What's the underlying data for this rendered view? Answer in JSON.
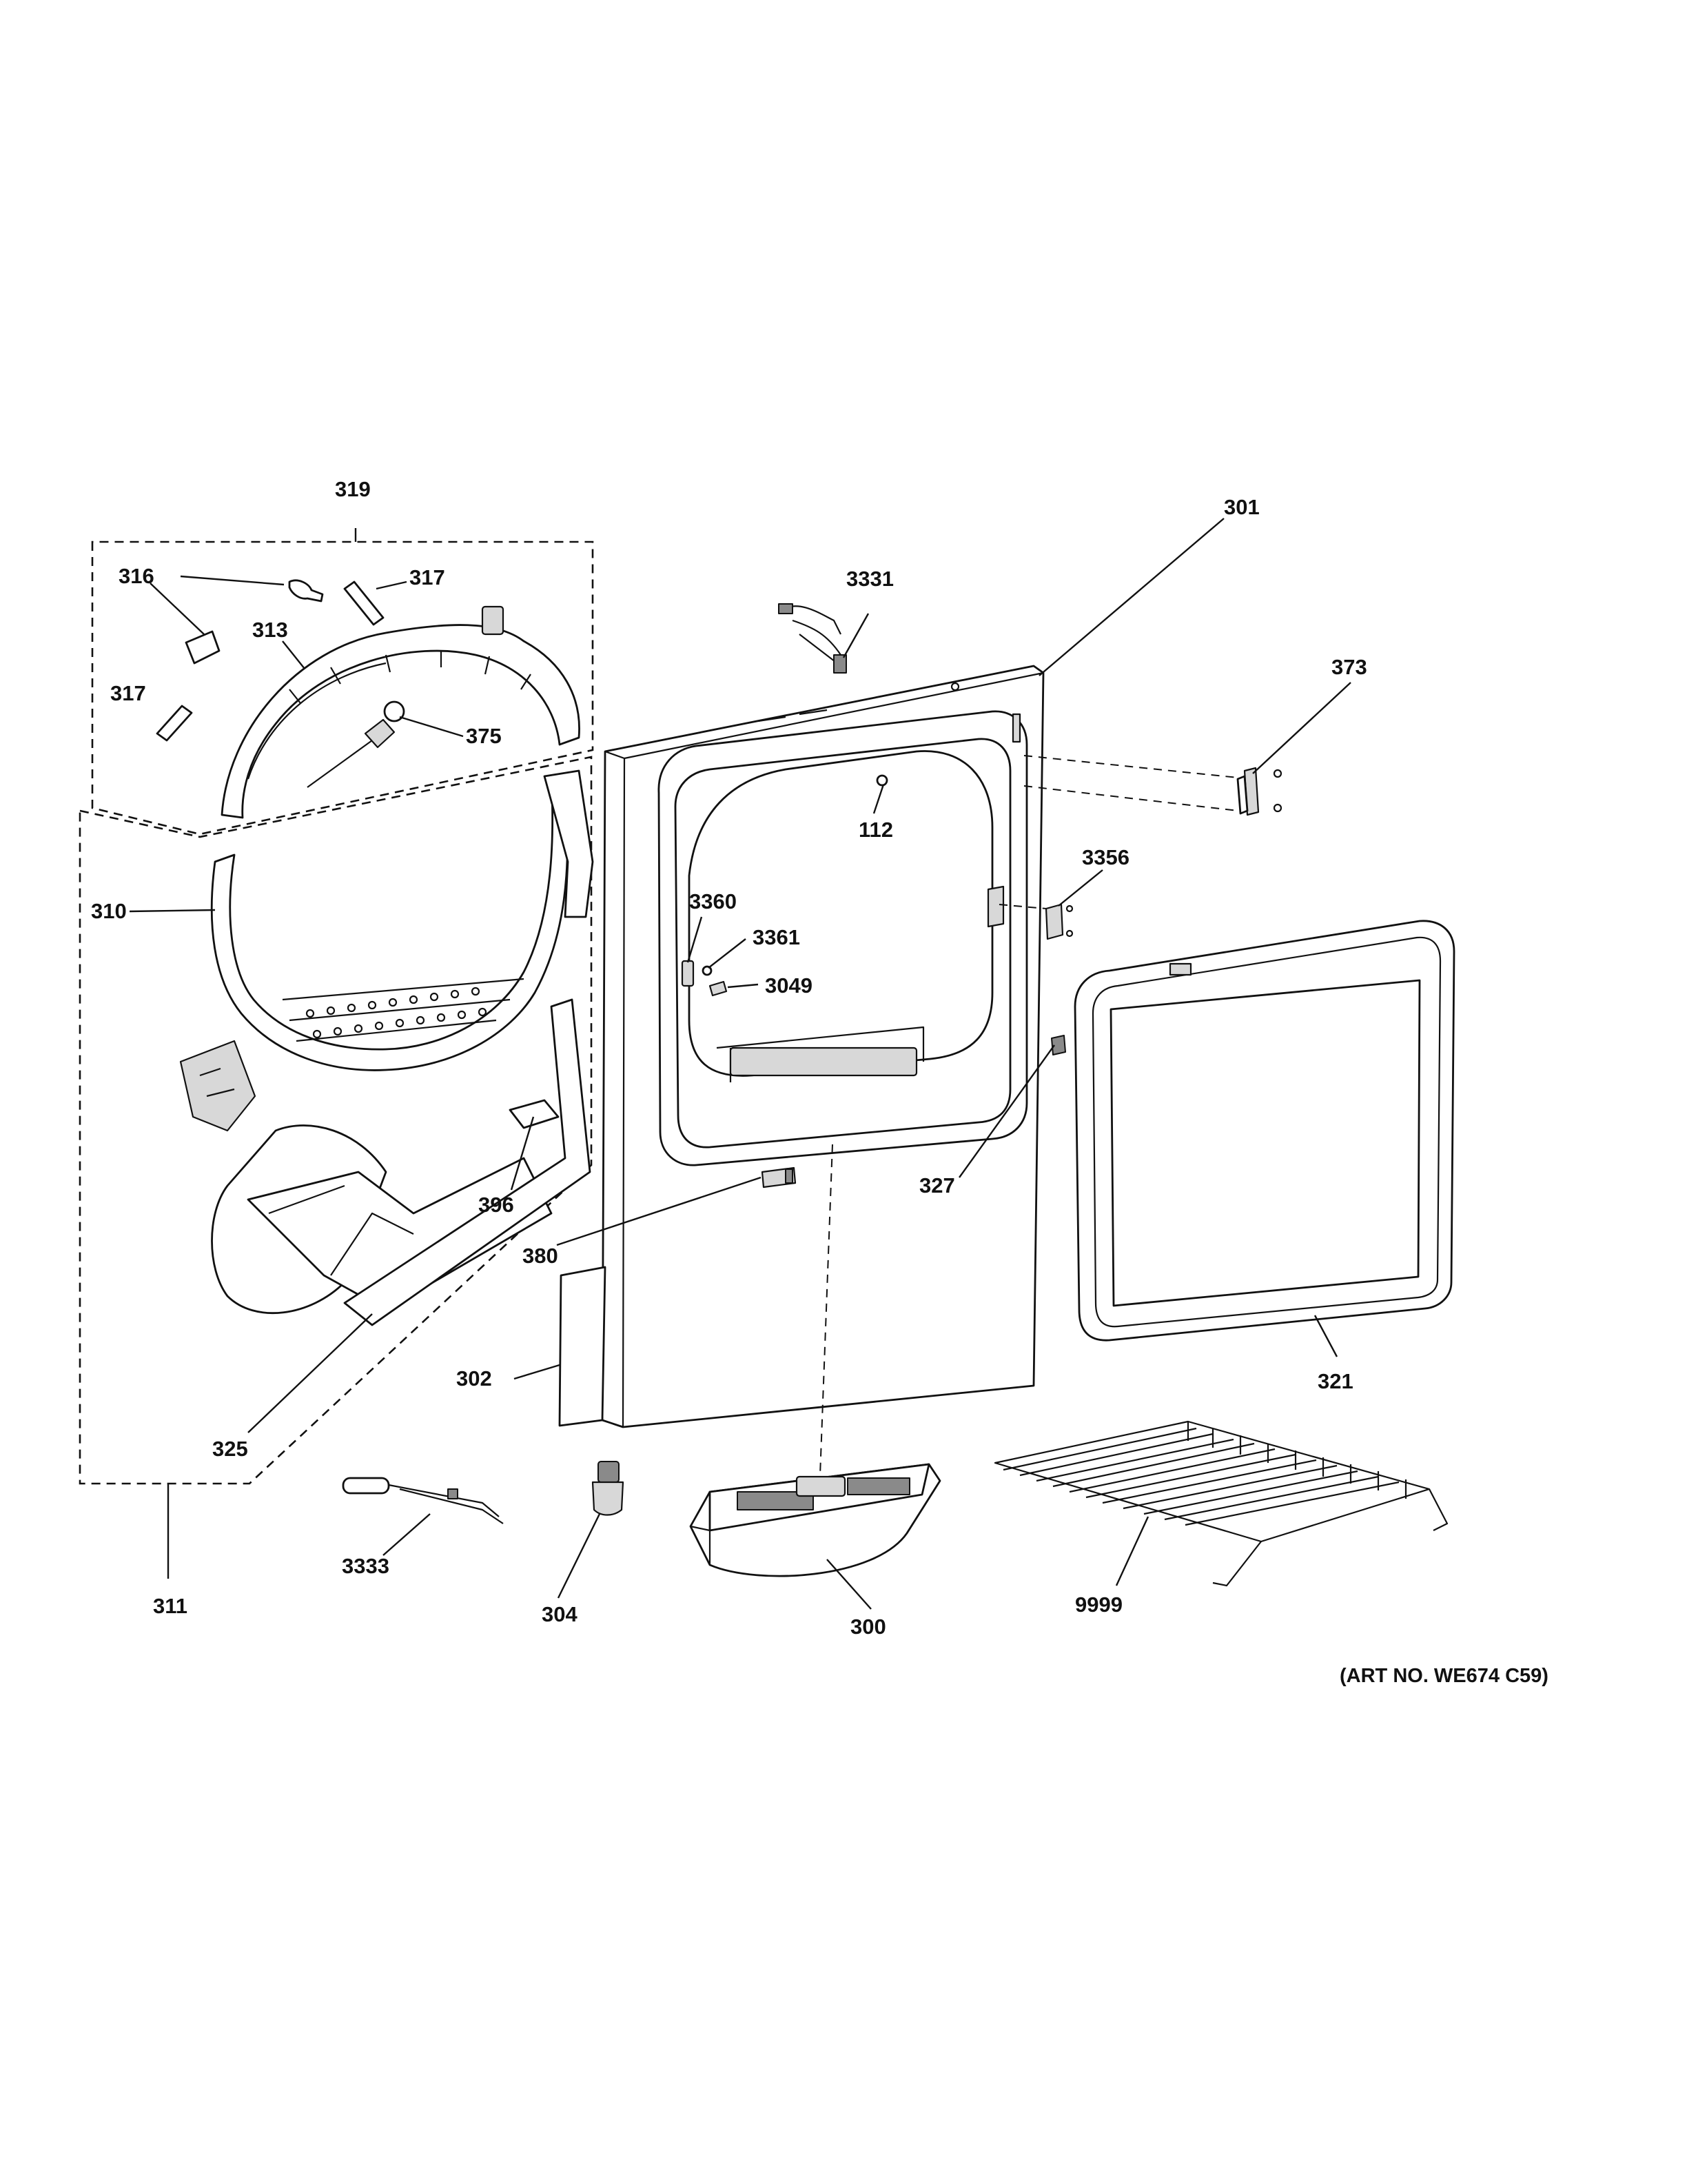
{
  "parts": [
    {
      "id": "319",
      "name": "label-319"
    },
    {
      "id": "316",
      "name": "label-316"
    },
    {
      "id": "317",
      "name": "label-317-top"
    },
    {
      "id": "313",
      "name": "label-313"
    },
    {
      "id": "317",
      "name": "label-317-left"
    },
    {
      "id": "375",
      "name": "label-375"
    },
    {
      "id": "310",
      "name": "label-310"
    },
    {
      "id": "396",
      "name": "label-396"
    },
    {
      "id": "325",
      "name": "label-325"
    },
    {
      "id": "311",
      "name": "label-311"
    },
    {
      "id": "3333",
      "name": "label-3333"
    },
    {
      "id": "304",
      "name": "label-304"
    },
    {
      "id": "300",
      "name": "label-300"
    },
    {
      "id": "302",
      "name": "label-302"
    },
    {
      "id": "380",
      "name": "label-380"
    },
    {
      "id": "3331",
      "name": "label-3331"
    },
    {
      "id": "301",
      "name": "label-301"
    },
    {
      "id": "112",
      "name": "label-112"
    },
    {
      "id": "3360",
      "name": "label-3360"
    },
    {
      "id": "3361",
      "name": "label-3361"
    },
    {
      "id": "3049",
      "name": "label-3049"
    },
    {
      "id": "373",
      "name": "label-373"
    },
    {
      "id": "3356",
      "name": "label-3356"
    },
    {
      "id": "327",
      "name": "label-327"
    },
    {
      "id": "321",
      "name": "label-321"
    },
    {
      "id": "9999",
      "name": "label-9999"
    }
  ],
  "art_number": "(ART NO. WE674 C59)"
}
